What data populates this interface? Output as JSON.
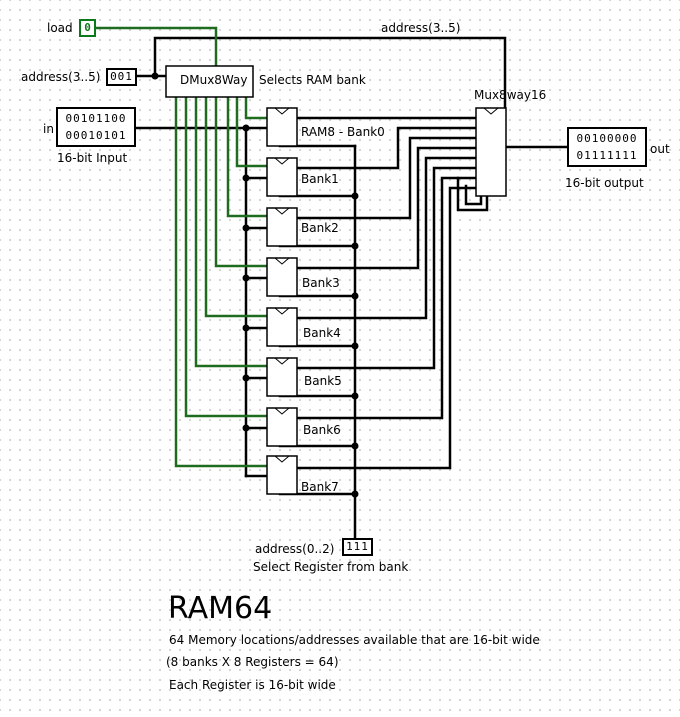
{
  "pins": {
    "load": {
      "label": "load",
      "value": "0"
    },
    "address_high": {
      "label": "address(3..5)",
      "value": "001"
    },
    "address_high_wire": {
      "label": "address(3..5)"
    },
    "input": {
      "label": "in",
      "line1": "00101100",
      "line2": "00010101",
      "caption": "16-bit Input"
    },
    "address_low": {
      "label": "address(0..2)",
      "value": "111",
      "caption": "Select Register from bank"
    },
    "output": {
      "label": "out",
      "line1": "00100000",
      "line2": "01111111",
      "caption": "16-bit output"
    }
  },
  "components": {
    "dmux": {
      "label": "DMux8Way",
      "comment": "Selects RAM bank"
    },
    "mux": {
      "label": "Mux8way16"
    },
    "banks": [
      "RAM8 - Bank0",
      "Bank1",
      "Bank2",
      "Bank3",
      "Bank4",
      "Bank5",
      "Bank6",
      "Bank7"
    ]
  },
  "notes": {
    "title": "RAM64",
    "line1": "64 Memory locations/addresses available that are 16-bit wide",
    "line2": "(8 banks X  8 Registers = 64)",
    "line3": "Each Register is 16-bit wide"
  },
  "colors": {
    "wire_black": "#000000",
    "wire_green": "#1f6b1f",
    "pin_green": "#0b7a1a"
  }
}
